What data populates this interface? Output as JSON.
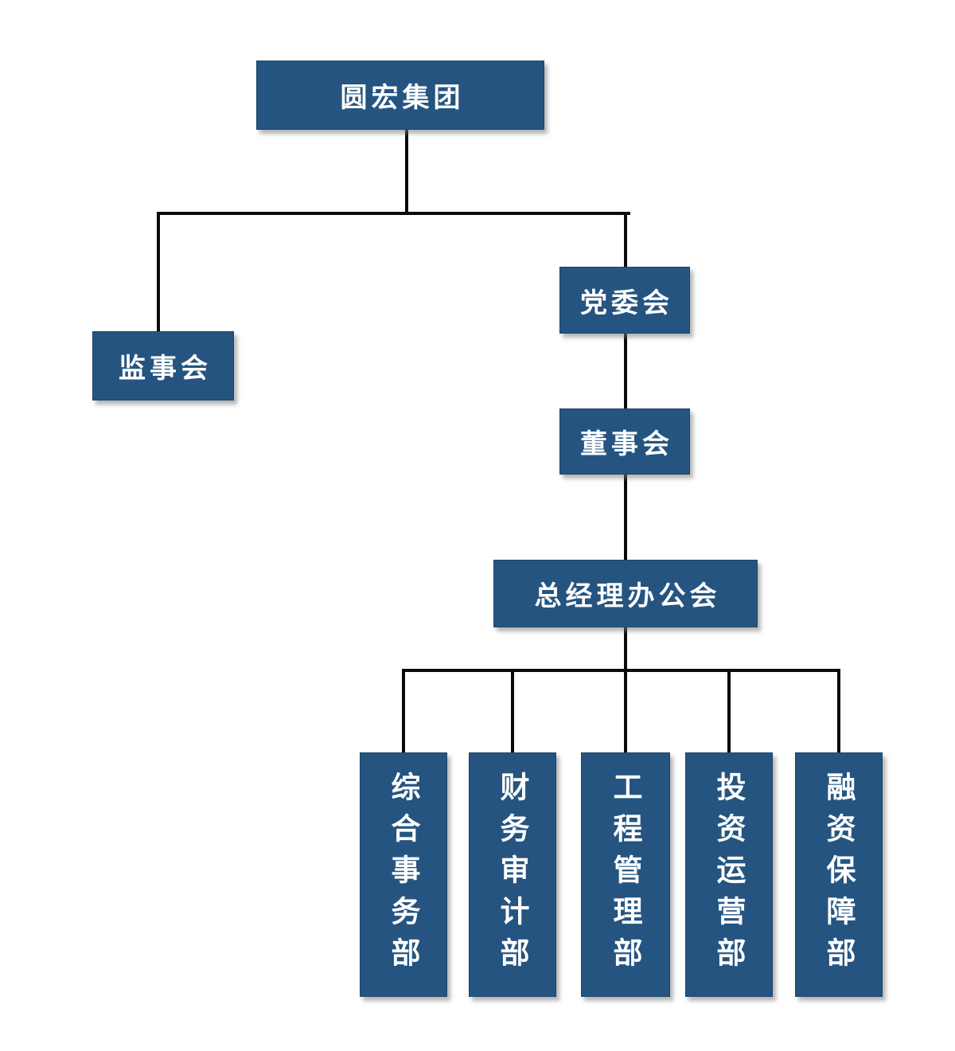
{
  "diagram": {
    "type": "org-chart",
    "colors": {
      "box_fill": "#255480",
      "box_border": "#1e4669",
      "line": "#0a0a0a",
      "text": "#ffffff",
      "background": "#ffffff"
    },
    "nodes": {
      "root": {
        "label": "圆宏集团"
      },
      "supervisory": {
        "label": "监事会"
      },
      "party": {
        "label": "党委会"
      },
      "board": {
        "label": "董事会"
      },
      "gm_office": {
        "label": "总经理办公会"
      },
      "departments": [
        {
          "label": "综合事务部"
        },
        {
          "label": "财务审计部"
        },
        {
          "label": "工程管理部"
        },
        {
          "label": "投资运营部"
        },
        {
          "label": "融资保障部"
        }
      ]
    },
    "edges": [
      {
        "from": "root",
        "to": "supervisory"
      },
      {
        "from": "root",
        "to": "party"
      },
      {
        "from": "party",
        "to": "board"
      },
      {
        "from": "board",
        "to": "gm_office"
      },
      {
        "from": "gm_office",
        "to": "综合事务部"
      },
      {
        "from": "gm_office",
        "to": "财务审计部"
      },
      {
        "from": "gm_office",
        "to": "工程管理部"
      },
      {
        "from": "gm_office",
        "to": "投资运营部"
      },
      {
        "from": "gm_office",
        "to": "融资保障部"
      }
    ]
  }
}
